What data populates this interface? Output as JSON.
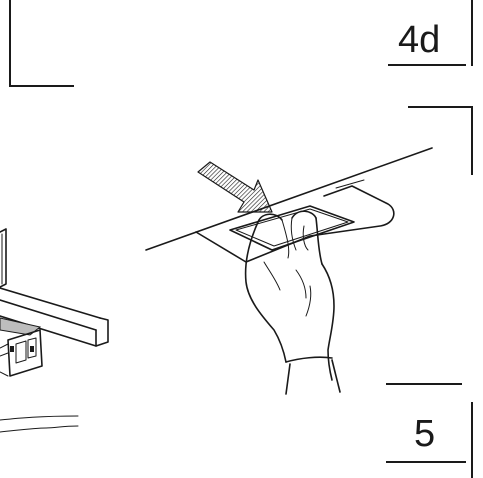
{
  "steps": {
    "top_right": "4d",
    "bottom_right": "5"
  },
  "colors": {
    "line": "#1a1a1a",
    "background": "#ffffff",
    "shading": "#bdbdbd"
  },
  "icons": {
    "press_arrow": "arrow-icon",
    "hand": "hand-illustration"
  }
}
